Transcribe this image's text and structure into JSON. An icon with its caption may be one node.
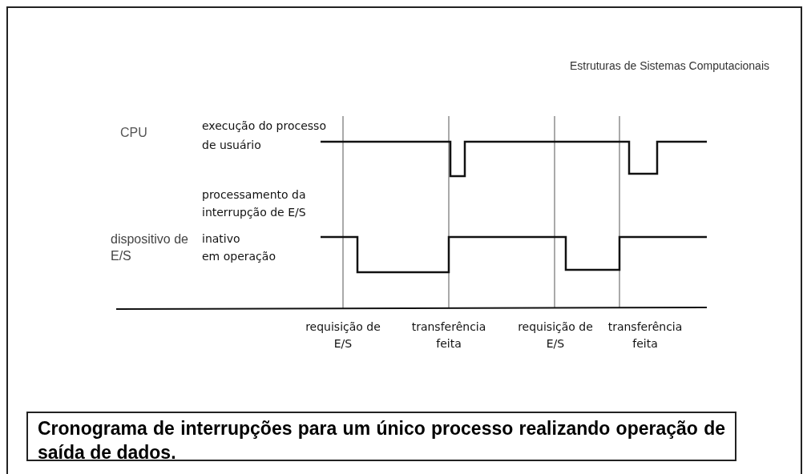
{
  "diagram": {
    "caption": "Cronograma de interrupções para um único processo realizando operação de saída de dados.",
    "labels": [
      "Estruturas de Sistemas Computacionais",
      "CPU",
      "execução do processo de usuário",
      "processamento da interrupção de E/S",
      "dispositivo de E/S",
      "inativo",
      "em operação",
      "requisição de E/S",
      "transferência feita",
      "requisição de E/S",
      "transferência feita"
    ]
  }
}
